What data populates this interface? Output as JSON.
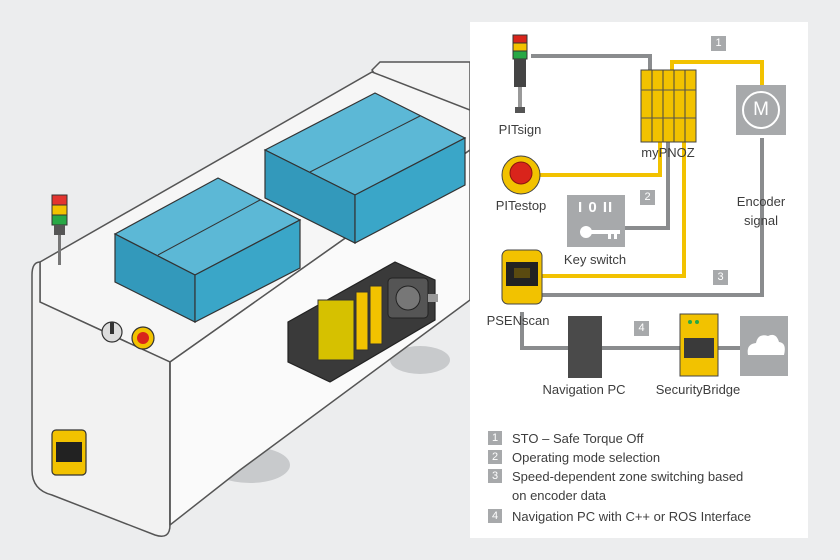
{
  "colors": {
    "yellow": "#f2c200",
    "cable_grey": "#8a8c8e",
    "box_blue": "#3aa0c2",
    "panel": "#ffffff",
    "background": "#ecedee",
    "text": "#3d3d3d",
    "badge": "#a7a9ab"
  },
  "diagram": {
    "nodes": {
      "pitsign": "PITsign",
      "mypnoz": "myPNOZ",
      "pitestop": "PITestop",
      "key_switch": "Key switch",
      "encoder_signal_line1": "Encoder",
      "encoder_signal_line2": "signal",
      "psenscan": "PSENscan",
      "navigation_pc": "Navigation PC",
      "security_bridge": "SecurityBridge",
      "key_switch_display": "I 0 II",
      "motor_symbol": "M"
    },
    "connection_badges": [
      "1",
      "2",
      "3",
      "4"
    ]
  },
  "legend": [
    {
      "num": "1",
      "text_lines": [
        "STO – Safe Torque Off"
      ]
    },
    {
      "num": "2",
      "text_lines": [
        "Operating mode selection"
      ]
    },
    {
      "num": "3",
      "text_lines": [
        "Speed-dependent zone switching based",
        "on encoder data"
      ]
    },
    {
      "num": "4",
      "text_lines": [
        "Navigation PC with C++ or ROS Interface"
      ]
    }
  ]
}
